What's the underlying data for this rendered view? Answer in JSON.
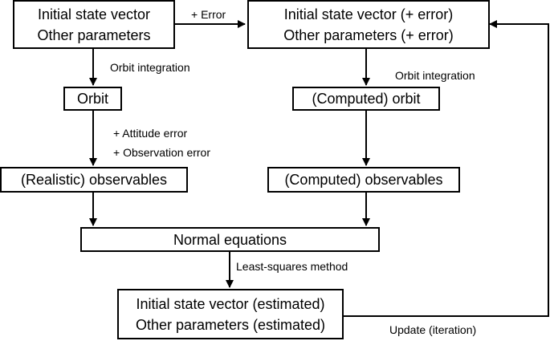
{
  "boxes": {
    "initial": {
      "line1": "Initial state vector",
      "line2": "Other parameters"
    },
    "initial_err": {
      "line1": "Initial state vector (+ error)",
      "line2": "Other parameters (+ error)"
    },
    "orbit": {
      "text": "Orbit"
    },
    "computed_orbit": {
      "text": "(Computed) orbit"
    },
    "realistic_obs": {
      "text": "(Realistic) observables"
    },
    "computed_obs": {
      "text": "(Computed) observables"
    },
    "normal_eq": {
      "text": "Normal equations"
    },
    "estimated": {
      "line1": "Initial state vector (estimated)",
      "line2": "Other parameters (estimated)"
    }
  },
  "labels": {
    "error": "+ Error",
    "orbit_integration_left": "Orbit integration",
    "orbit_integration_right": "Orbit integration",
    "attitude_error": "+ Attitude error",
    "observation_error": "+ Observation error",
    "least_squares": "Least-squares method",
    "update": "Update (iteration)"
  }
}
